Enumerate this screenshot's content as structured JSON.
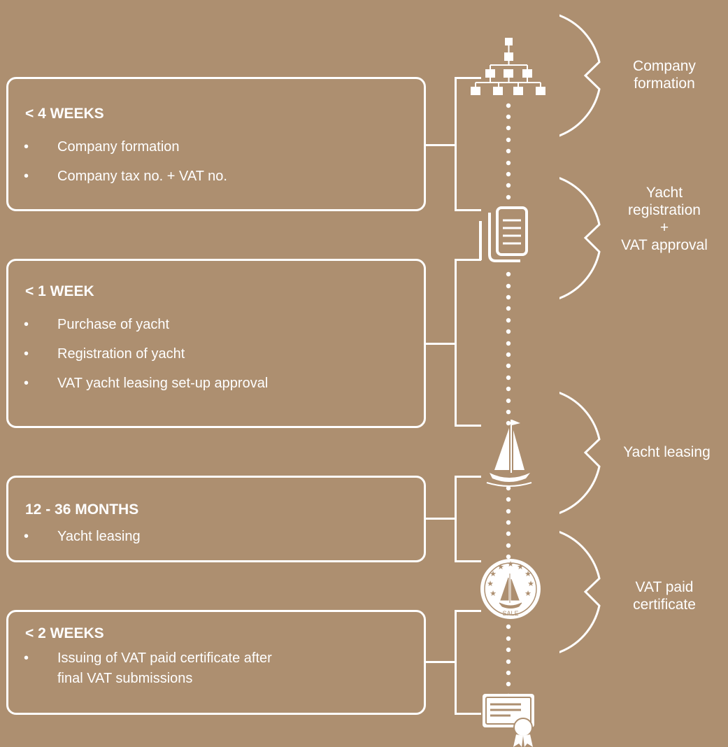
{
  "phases": [
    {
      "title": "< 4 WEEKS",
      "items": [
        "Company formation",
        "Company tax no. + VAT no."
      ]
    },
    {
      "title": "< 1 WEEK",
      "items": [
        "Purchase of yacht",
        "Registration of yacht",
        "VAT yacht leasing set-up approval"
      ]
    },
    {
      "title": "12 - 36 MONTHS",
      "items": [
        "Yacht leasing"
      ]
    },
    {
      "title": "< 2 WEEKS",
      "items": [
        "Issuing of VAT paid certificate after\nfinal VAT submissions"
      ]
    }
  ],
  "bullet_char": "•",
  "bubbles": [
    {
      "label": "Company\nformation"
    },
    {
      "label": "Yacht\nregistration\n+\nVAT approval"
    },
    {
      "label": "Yacht leasing"
    },
    {
      "label": "VAT paid\ncertificate"
    }
  ],
  "icons": {
    "milestone_1": "org-chart-icon",
    "milestone_2": "documents-icon",
    "milestone_3": "sailboat-icon",
    "milestone_4": "eu-vat-seal-icon",
    "milestone_5": "certificate-icon",
    "seal_label": "SALE"
  },
  "colors": {
    "background": "#ad8f70",
    "foreground": "#ffffff"
  }
}
